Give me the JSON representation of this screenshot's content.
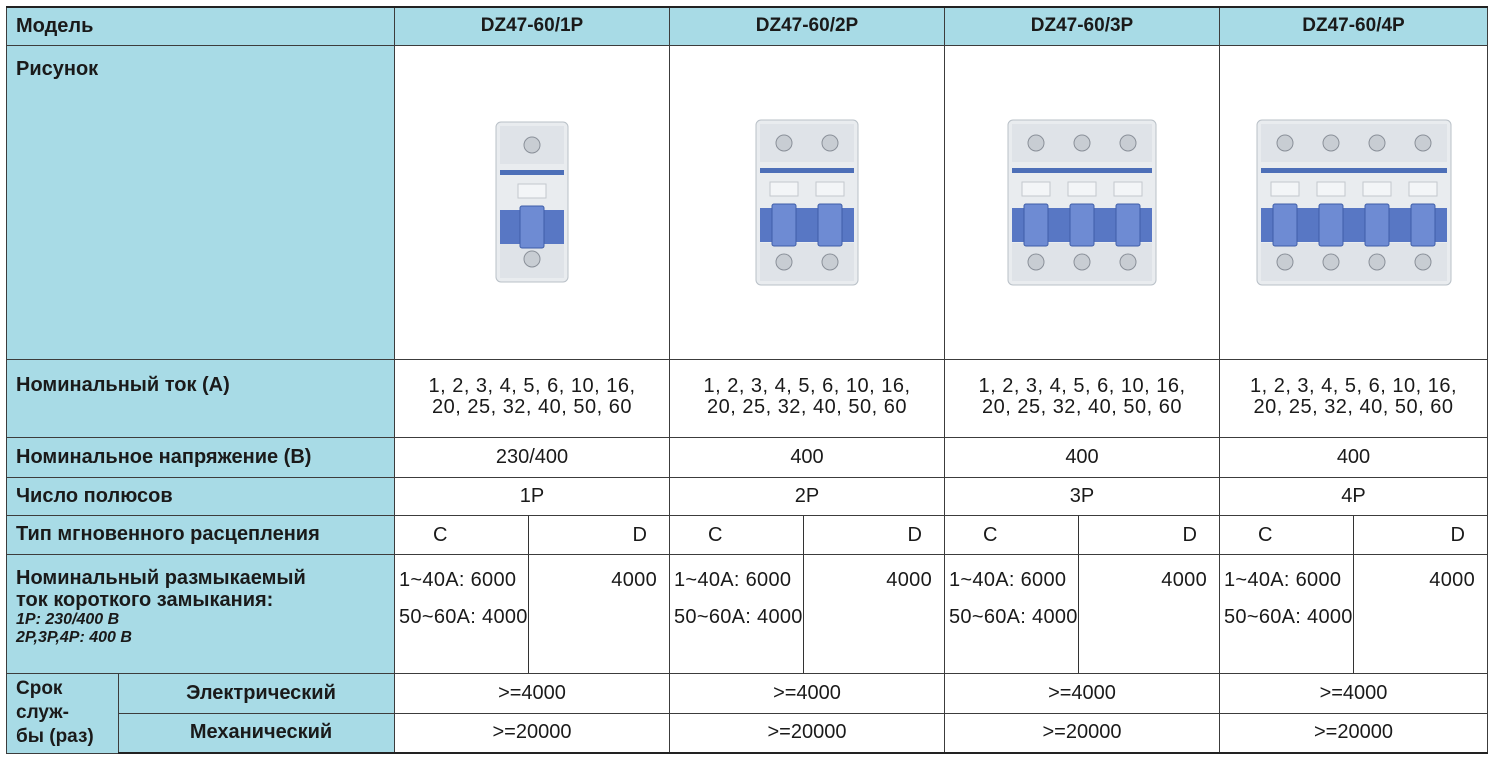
{
  "header": {
    "label": "Модель",
    "models": [
      "DZ47-60/1P",
      "DZ47-60/2P",
      "DZ47-60/3P",
      "DZ47-60/4P"
    ]
  },
  "picture": {
    "label": "Рисунок",
    "poles": [
      1,
      2,
      3,
      4
    ]
  },
  "rated_current": {
    "label": "Номинальный ток (А)",
    "line1": "1, 2, 3, 4, 5, 6, 10, 16,",
    "line2": "20, 25, 32, 40, 50, 60"
  },
  "rated_voltage": {
    "label": "Номинальное напряжение (В)",
    "values": [
      "230/400",
      "400",
      "400",
      "400"
    ]
  },
  "poles": {
    "label": "Число полюсов",
    "values": [
      "1P",
      "2P",
      "3P",
      "4P"
    ]
  },
  "trip_type": {
    "label": "Тип мгновенного расцепления",
    "c": "C",
    "d": "D"
  },
  "breaking_capacity": {
    "label_line1": "Номинальный размыкаемый",
    "label_line2": "ток короткого замыкания:",
    "note1": "1P: 230/400 В",
    "note2": "2P,3P,4P: 400 В",
    "c_line1": "1~40A: 6000",
    "c_line2": "50~60A: 4000",
    "d_value": "4000"
  },
  "service_life": {
    "label_line1": "Срок служ-",
    "label_line2": "бы (раз)",
    "electrical_label": "Электрический",
    "mechanical_label": "Механический",
    "electrical_value": ">=4000",
    "mechanical_value": ">=20000"
  },
  "colors": {
    "header_bg": "#a8dbe6",
    "lever_blue": "#5877c4",
    "body_gray": "#e9ecef"
  }
}
